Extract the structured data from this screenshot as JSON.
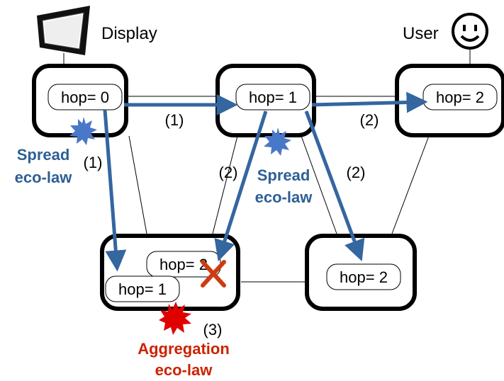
{
  "labels": {
    "display": "Display",
    "user": "User",
    "spread_left_1": "Spread",
    "spread_left_2": "eco-law",
    "spread_mid_1": "Spread",
    "spread_mid_2": "eco-law",
    "aggregation_1": "Aggregation",
    "aggregation_2": "eco-law"
  },
  "hop_labels": {
    "node_top_left": "hop= 0",
    "node_top_mid": "hop= 1",
    "node_top_right": "hop= 2",
    "node_bottom_right": "hop= 2",
    "node_bottom_left_back": "hop= 2",
    "node_bottom_left_front": "hop= 1"
  },
  "step_labels": {
    "step_1_top": "(1)",
    "step_1_left": "(1)",
    "step_2_right": "(2)",
    "step_2_mid_left": "(2)",
    "step_2_mid_right": "(2)",
    "step_3": "(3)"
  },
  "colors": {
    "arrow_blue": "#3466A0",
    "spread_text": "#2E5F95",
    "aggregation_text": "#CC2200",
    "burst_blue": "#4A78C8",
    "burst_red": "#E00000",
    "cross_red": "#D03A10"
  },
  "icons": {
    "display": "monitor-icon",
    "user": "smiley-face-icon"
  }
}
